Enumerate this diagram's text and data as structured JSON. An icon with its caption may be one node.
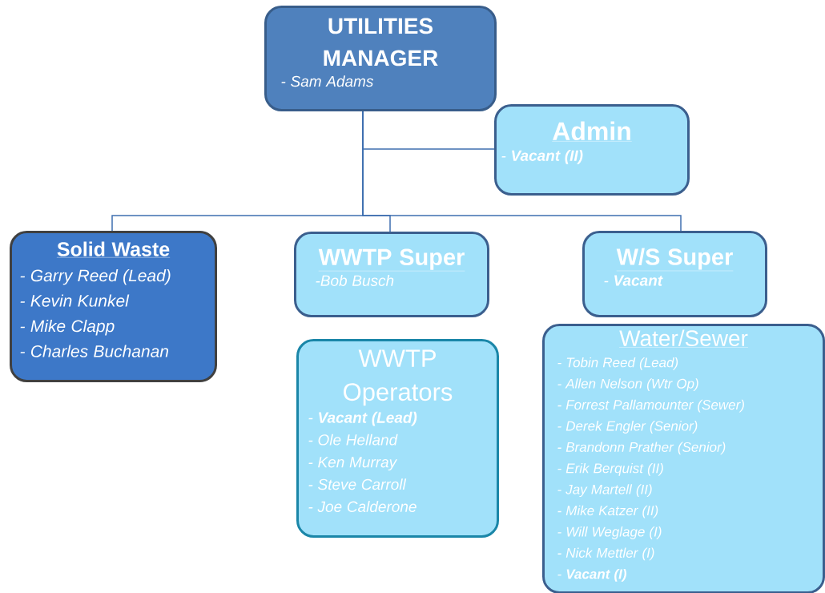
{
  "diagram": {
    "nodes": [
      {
        "text": [
          "UTILITIES MANAGER",
          "- Sam Adams"
        ]
      },
      {
        "text": [
          "Admin",
          "- **Vacant (II)**"
        ]
      },
      {
        "text": [
          "Solid Waste",
          "- Garry Reed (Lead)",
          "- Kevin Kunkel",
          "- Mike Clapp",
          "- Charles Buchanan"
        ]
      },
      {
        "text": [
          "WWTP Super",
          "-Bob Busch"
        ]
      },
      {
        "text": [
          "W/S Super",
          "- **Vacant**"
        ]
      },
      {
        "text": [
          "WWTP Operators",
          "- **Vacant (Lead)**",
          "- Ole Helland",
          "- Ken Murray",
          "- Steve Carroll",
          "- Joe Calderone"
        ]
      },
      {
        "text": [
          "Water/Sewer",
          "- Tobin Reed (Lead)",
          "- Allen Nelson (Wtr Op)",
          "- Forrest Pallamounter (Sewer)",
          "- Derek Engler (Senior)",
          "- Brandonn Prather (Senior)",
          "- Erik Berquist (II)",
          "- Jay Martell (II)",
          "- Mike Katzer (II)",
          "- Will Weglage (I)",
          "- Nick Mettler (I)",
          "- **Vacant (I)**"
        ]
      }
    ],
    "edges": [
      {
        "from": 0,
        "to": 1,
        "arrow": "none"
      },
      {
        "from": 0,
        "to": 2,
        "arrow": "none"
      },
      {
        "from": 0,
        "to": 3,
        "arrow": "none"
      },
      {
        "from": 0,
        "to": 4,
        "arrow": "none"
      }
    ]
  }
}
